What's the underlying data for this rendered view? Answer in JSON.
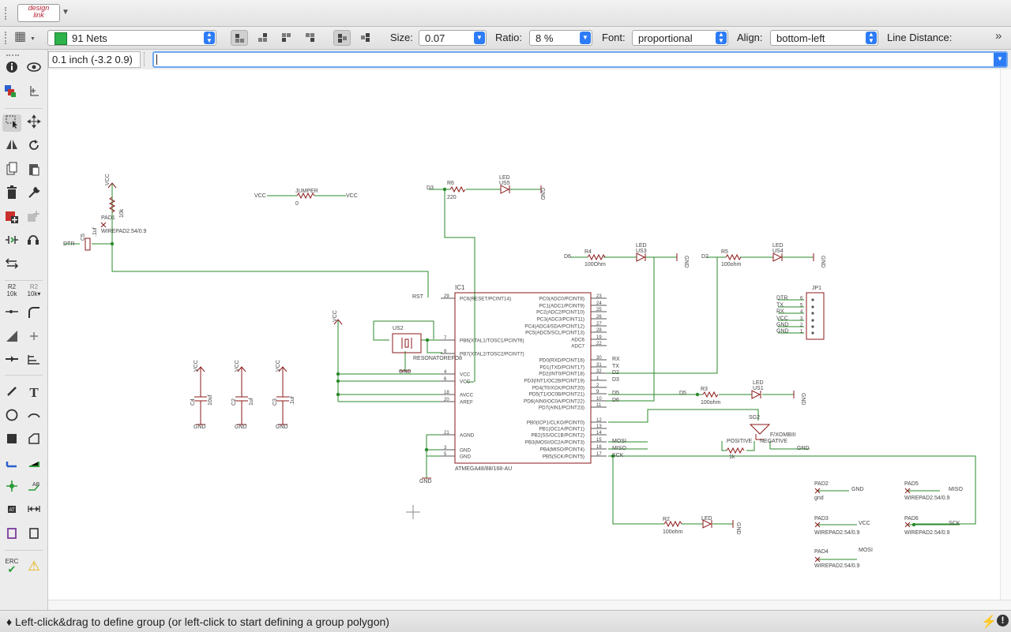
{
  "app": {
    "logo_line1": "design",
    "logo_line2": "link"
  },
  "params": {
    "layer": "91 Nets",
    "layer_color": "#2db34a",
    "size_label": "Size:",
    "size_value": "0.07",
    "ratio_label": "Ratio:",
    "ratio_value": "8 %",
    "font_label": "Font:",
    "font_value": "proportional",
    "align_label": "Align:",
    "align_value": "bottom-left",
    "line_distance_label": "Line Distance:"
  },
  "command": {
    "coordinate": "0.1 inch (-3.2 0.9)",
    "input_value": ""
  },
  "status": {
    "text": "♦ Left-click&drag to define group (or left-click to start defining a group polygon)"
  },
  "colors": {
    "net": "#2a8a2a",
    "part": "#8b1a1a",
    "pin": "#2a2a2a"
  },
  "schematic": {
    "ic": {
      "name": "IC1",
      "value": "ATMEGA48/88/168-AU",
      "left_pins": [
        {
          "num": "29",
          "name": "PC6(RESET/PCINT14)"
        },
        {
          "num": "7",
          "name": "PB6(XTAL1/TOSC1/PCINT6)"
        },
        {
          "num": "8",
          "name": "PB7(XTAL2/TOSC2/PCINT7)"
        },
        {
          "num": "4",
          "name": "VCC"
        },
        {
          "num": "6",
          "name": "VCC"
        },
        {
          "num": "18",
          "name": "AVCC"
        },
        {
          "num": "20",
          "name": "AREF"
        },
        {
          "num": "21",
          "name": "AGND"
        },
        {
          "num": "3",
          "name": "GND"
        },
        {
          "num": "5",
          "name": "GND"
        }
      ],
      "right_pins": [
        {
          "num": "23",
          "name": "PC0(ADC0/PCINT8)"
        },
        {
          "num": "24",
          "name": "PC1(ADC1/PCINT9)"
        },
        {
          "num": "25",
          "name": "PC2(ADC2/PCINT10)"
        },
        {
          "num": "26",
          "name": "PC3(ADC3/PCINT11)"
        },
        {
          "num": "27",
          "name": "PC4(ADC4/SDA/PCINT12)"
        },
        {
          "num": "28",
          "name": "PC5(ADC5/SCL/PCINT13)"
        },
        {
          "num": "19",
          "name": "ADC6"
        },
        {
          "num": "22",
          "name": "ADC7"
        },
        {
          "num": "30",
          "name": "PD0(RXD/PCINT16)"
        },
        {
          "num": "31",
          "name": "PD1(TXD/PCINT17)"
        },
        {
          "num": "32",
          "name": "PD2(INT0/PCINT18)"
        },
        {
          "num": "1",
          "name": "PD3(INT1/OC2B/PCINT19)"
        },
        {
          "num": "2",
          "name": "PD4(T0/XCK/PCINT20)"
        },
        {
          "num": "9",
          "name": "PD5(T1/OC0B/PCINT21)"
        },
        {
          "num": "10",
          "name": "PD6(AIN0/OC0A/PCINT22)"
        },
        {
          "num": "11",
          "name": "PD7(AIN1/PCINT23)"
        },
        {
          "num": "12",
          "name": "PB0(ICP1/CLKO/PCINT0)"
        },
        {
          "num": "13",
          "name": "PB1(OC1A/PCINT1)"
        },
        {
          "num": "14",
          "name": "PB2(SS/OC1B/PCINT2)"
        },
        {
          "num": "15",
          "name": "PB3(MOSI/OC2A/PCINT3)"
        },
        {
          "num": "16",
          "name": "PB4(MISO/PCINT4)"
        },
        {
          "num": "17",
          "name": "PB5(SCK/PCINT5)"
        }
      ],
      "right_nets": [
        "RX",
        "TX",
        "D2",
        "D3",
        "",
        "D5",
        "D6",
        "",
        "",
        "",
        "",
        "MOSI",
        "MISO",
        "SCK"
      ]
    },
    "jp1": {
      "name": "JP1",
      "pins": [
        {
          "net": "DTR",
          "num": "6"
        },
        {
          "net": "TX",
          "num": "5"
        },
        {
          "net": "RX",
          "num": "4"
        },
        {
          "net": "VCC",
          "num": "3"
        },
        {
          "net": "GND",
          "num": "2"
        },
        {
          "net": "GND",
          "num": "1"
        }
      ]
    },
    "labels": {
      "vcc": "VCC",
      "gnd": "GND",
      "dtr": "DTR",
      "rst": "RST",
      "d3": "D3",
      "d6": "D6",
      "d2": "D2",
      "d5": "D5",
      "jumper": "JUMPER",
      "jumper_val": "0",
      "r6": "R6",
      "r6_val": "220",
      "led_us5": "LED",
      "us5": "US5",
      "r4": "R4",
      "r4_val": "100Ohm",
      "led_us3": "LED",
      "us3": "US3",
      "r5": "R5",
      "r5_val": "100ohm",
      "led_us4": "LED",
      "us4": "US4",
      "r3": "R3",
      "r3_val": "100ohm",
      "led_us1": "LED",
      "us1": "US1",
      "r2": "R2",
      "r2_val": "100ohm",
      "led_2": "LED",
      "r1_val": "10k",
      "pad1": "PAD1",
      "wirepad": "WIREPAD2.54/0.9",
      "c5": "C5",
      "c5_val": ".1uf",
      "c4": "C4",
      "c4_val": "10uf",
      "c2": "C2",
      "c2_val": "1uf",
      "c3": "C3",
      "c3_val": ".1uf",
      "us2": "US2",
      "us2_val": "RESONATOREFO8",
      "sg2": "SG2",
      "sg2_val": "F/XOMBIII",
      "positive": "POSITIVE",
      "negative": "NEGATIVE",
      "r_1k": "1k",
      "pad2": "PAD2",
      "pad2_val": "gnd",
      "pad3": "PAD3",
      "pad4": "PAD4",
      "pad5": "PAD5",
      "pad6": "PAD6",
      "miso": "MISO",
      "mosi": "MOSI",
      "sck": "SCK"
    }
  }
}
